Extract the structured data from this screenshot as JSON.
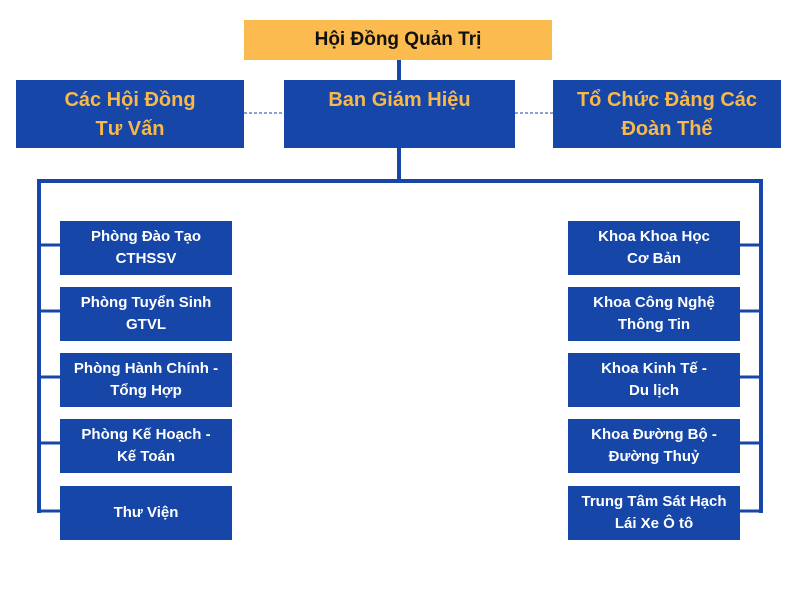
{
  "colors": {
    "top_fill": "#fbbb4e",
    "box_fill": "#1546a8",
    "line": "#1546a8",
    "level2_text": "#f8b84a"
  },
  "board": "Hội Đồng Quản Trị",
  "level2": {
    "left": "Các Hội Đồng\nTư Vấn",
    "center": "Ban Giám Hiệu",
    "right": "Tổ Chức Đảng Các\nĐoàn Thể"
  },
  "left_units": [
    "Phòng Đào Tạo\nCTHSSV",
    "Phòng Tuyển Sinh\nGTVL",
    "Phòng Hành Chính -\nTổng Hợp",
    "Phòng Kế Hoạch -\nKế Toán",
    "Thư Viện"
  ],
  "right_units": [
    "Khoa Khoa Học\nCơ Bản",
    "Khoa Công Nghệ\nThông Tin",
    "Khoa Kinh Tế -\nDu lịch",
    "Khoa Đường Bộ -\nĐường Thuỷ",
    "Trung Tâm Sát Hạch\nLái Xe Ô tô"
  ]
}
